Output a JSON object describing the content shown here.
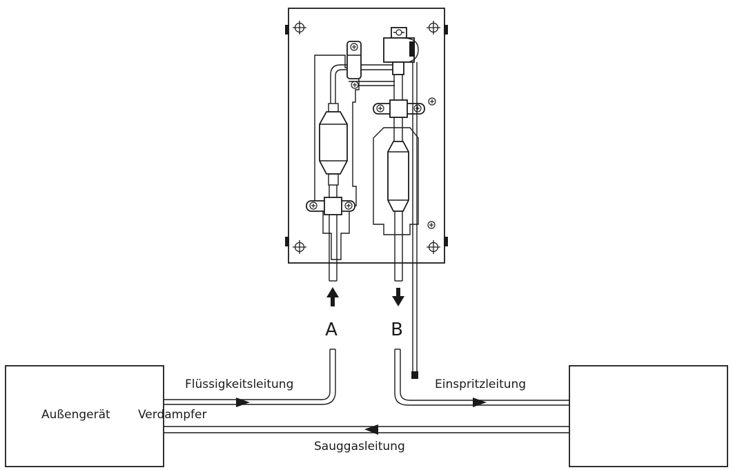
{
  "labels": {
    "outdoor_unit": "Außengerät",
    "evaporator": "Verdampfer",
    "liquid_line": "Flüssigkeitsleitung",
    "injection_line": "Einspritzleitung",
    "suction_line": "Sauggasleitung",
    "port_a": "A",
    "port_b": "B"
  },
  "colors": {
    "line": "#1a1a1a",
    "background": "#ffffff"
  }
}
